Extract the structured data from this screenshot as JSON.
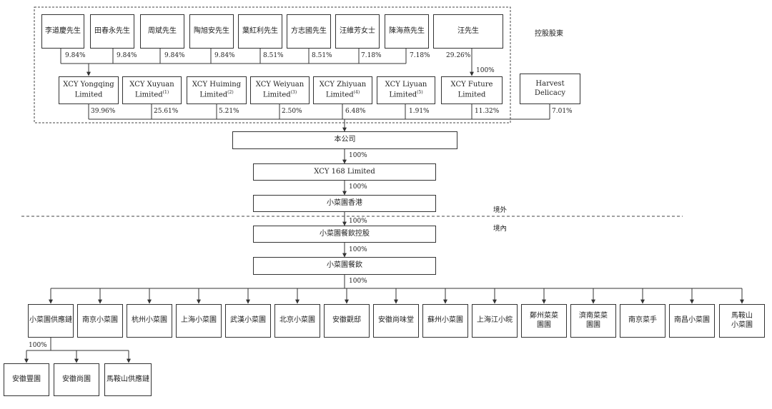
{
  "shareholder_caption": "控股股東",
  "shareholders": [
    "李道慶先生",
    "田春永先生",
    "周斌先生",
    "陶旭安先生",
    "葉紅利先生",
    "方志國先生",
    "汪維芳女士",
    "陳海燕先生",
    "汪先生"
  ],
  "shareholder_pcts": [
    "9.84%",
    "9.84%",
    "9.84%",
    "9.84%",
    "8.51%",
    "8.51%",
    "7.18%",
    "7.18%",
    "29.26%"
  ],
  "entities": [
    {
      "line1": "XCY Yongqing",
      "line2": "Limited",
      "note": ""
    },
    {
      "line1": "XCY Xuyuan",
      "line2": "Limited",
      "note": "(1)"
    },
    {
      "line1": "XCY Huiming",
      "line2": "Limited",
      "note": "(2)"
    },
    {
      "line1": "XCY Weiyuan",
      "line2": "Limited",
      "note": "(3)"
    },
    {
      "line1": "XCY Zhiyuan",
      "line2": "Limited",
      "note": "(4)"
    },
    {
      "line1": "XCY Liyuan",
      "line2": "Limited",
      "note": "(5)"
    },
    {
      "line1": "XCY Future",
      "line2": "Limited",
      "note": ""
    }
  ],
  "entity_pcts": [
    "39.96%",
    "25.61%",
    "5.21%",
    "2.50%",
    "6.48%",
    "1.91%",
    "11.32%"
  ],
  "wang_future_pct": "100%",
  "harvest": {
    "line1": "Harvest",
    "line2": "Delicacy",
    "pct": "7.01%"
  },
  "company": "本公司",
  "chain": [
    {
      "name": "XCY 168 Limited",
      "pct": "100%"
    },
    {
      "name": "小菜園香港",
      "pct": "100%"
    },
    {
      "name": "小菜園餐飲控股",
      "pct": "100%"
    },
    {
      "name": "小菜園餐飲",
      "pct": "100%"
    }
  ],
  "offshore_label": "境外",
  "onshore_label": "境內",
  "subsidiaries_pct": "100%",
  "subsidiaries": [
    {
      "line1": "小菜園供應鏈",
      "line2": ""
    },
    {
      "line1": "南京小菜園",
      "line2": ""
    },
    {
      "line1": "杭州小菜園",
      "line2": ""
    },
    {
      "line1": "上海小菜園",
      "line2": ""
    },
    {
      "line1": "武漢小菜園",
      "line2": ""
    },
    {
      "line1": "北京小菜園",
      "line2": ""
    },
    {
      "line1": "安徽觀邸",
      "line2": ""
    },
    {
      "line1": "安徽尚味堂",
      "line2": ""
    },
    {
      "line1": "蘇州小菜園",
      "line2": ""
    },
    {
      "line1": "上海江小皖",
      "line2": ""
    },
    {
      "line1": "鄭州菜菜",
      "line2": "園園"
    },
    {
      "line1": "濟南菜菜",
      "line2": "園園"
    },
    {
      "line1": "南京菜手",
      "line2": ""
    },
    {
      "line1": "南昌小菜園",
      "line2": ""
    },
    {
      "line1": "馬鞍山",
      "line2": "小菜園"
    }
  ],
  "sub_sub_pct": "100%",
  "sub_subsidiaries": [
    "安徽豐園",
    "安徽尚園",
    "馬鞍山供應鏈"
  ]
}
